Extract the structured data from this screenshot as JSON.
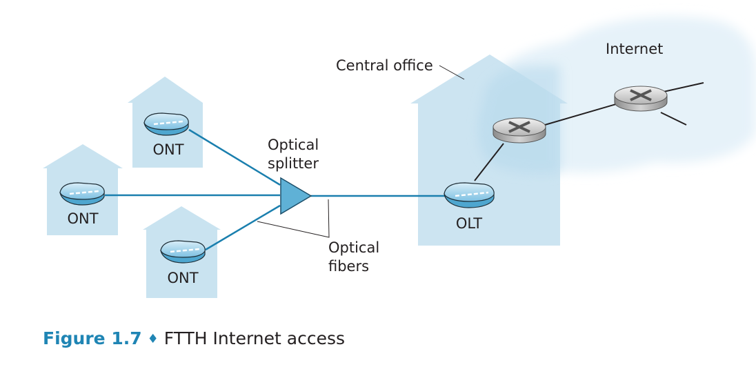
{
  "figure": {
    "number_label": "Figure 1.7",
    "separator": "♦",
    "title": "FTTH Internet access"
  },
  "labels": {
    "central_office": "Central office",
    "internet": "Internet",
    "optical_splitter_line1": "Optical",
    "optical_splitter_line2": "splitter",
    "optical_fibers_line1": "Optical",
    "optical_fibers_line2": "fibers"
  },
  "devices": {
    "ont_top": "ONT",
    "ont_middle": "ONT",
    "ont_bottom": "ONT",
    "olt": "OLT"
  },
  "icons": {
    "house": "house-icon",
    "modem": "modem-icon",
    "router": "router-icon",
    "splitter": "triangle-splitter-icon",
    "cloud": "internet-cloud-icon"
  },
  "colors": {
    "house_fill": "#c9e3f0",
    "cloud_fill": "#e4f1f8",
    "fiber": "#1a7fae",
    "splitter_fill": "#5fb1d6",
    "modem_fill": "#6fb8dc",
    "router_fill": "#c8c8c8",
    "caption_accent": "#1f85b4",
    "text": "#231f20"
  }
}
